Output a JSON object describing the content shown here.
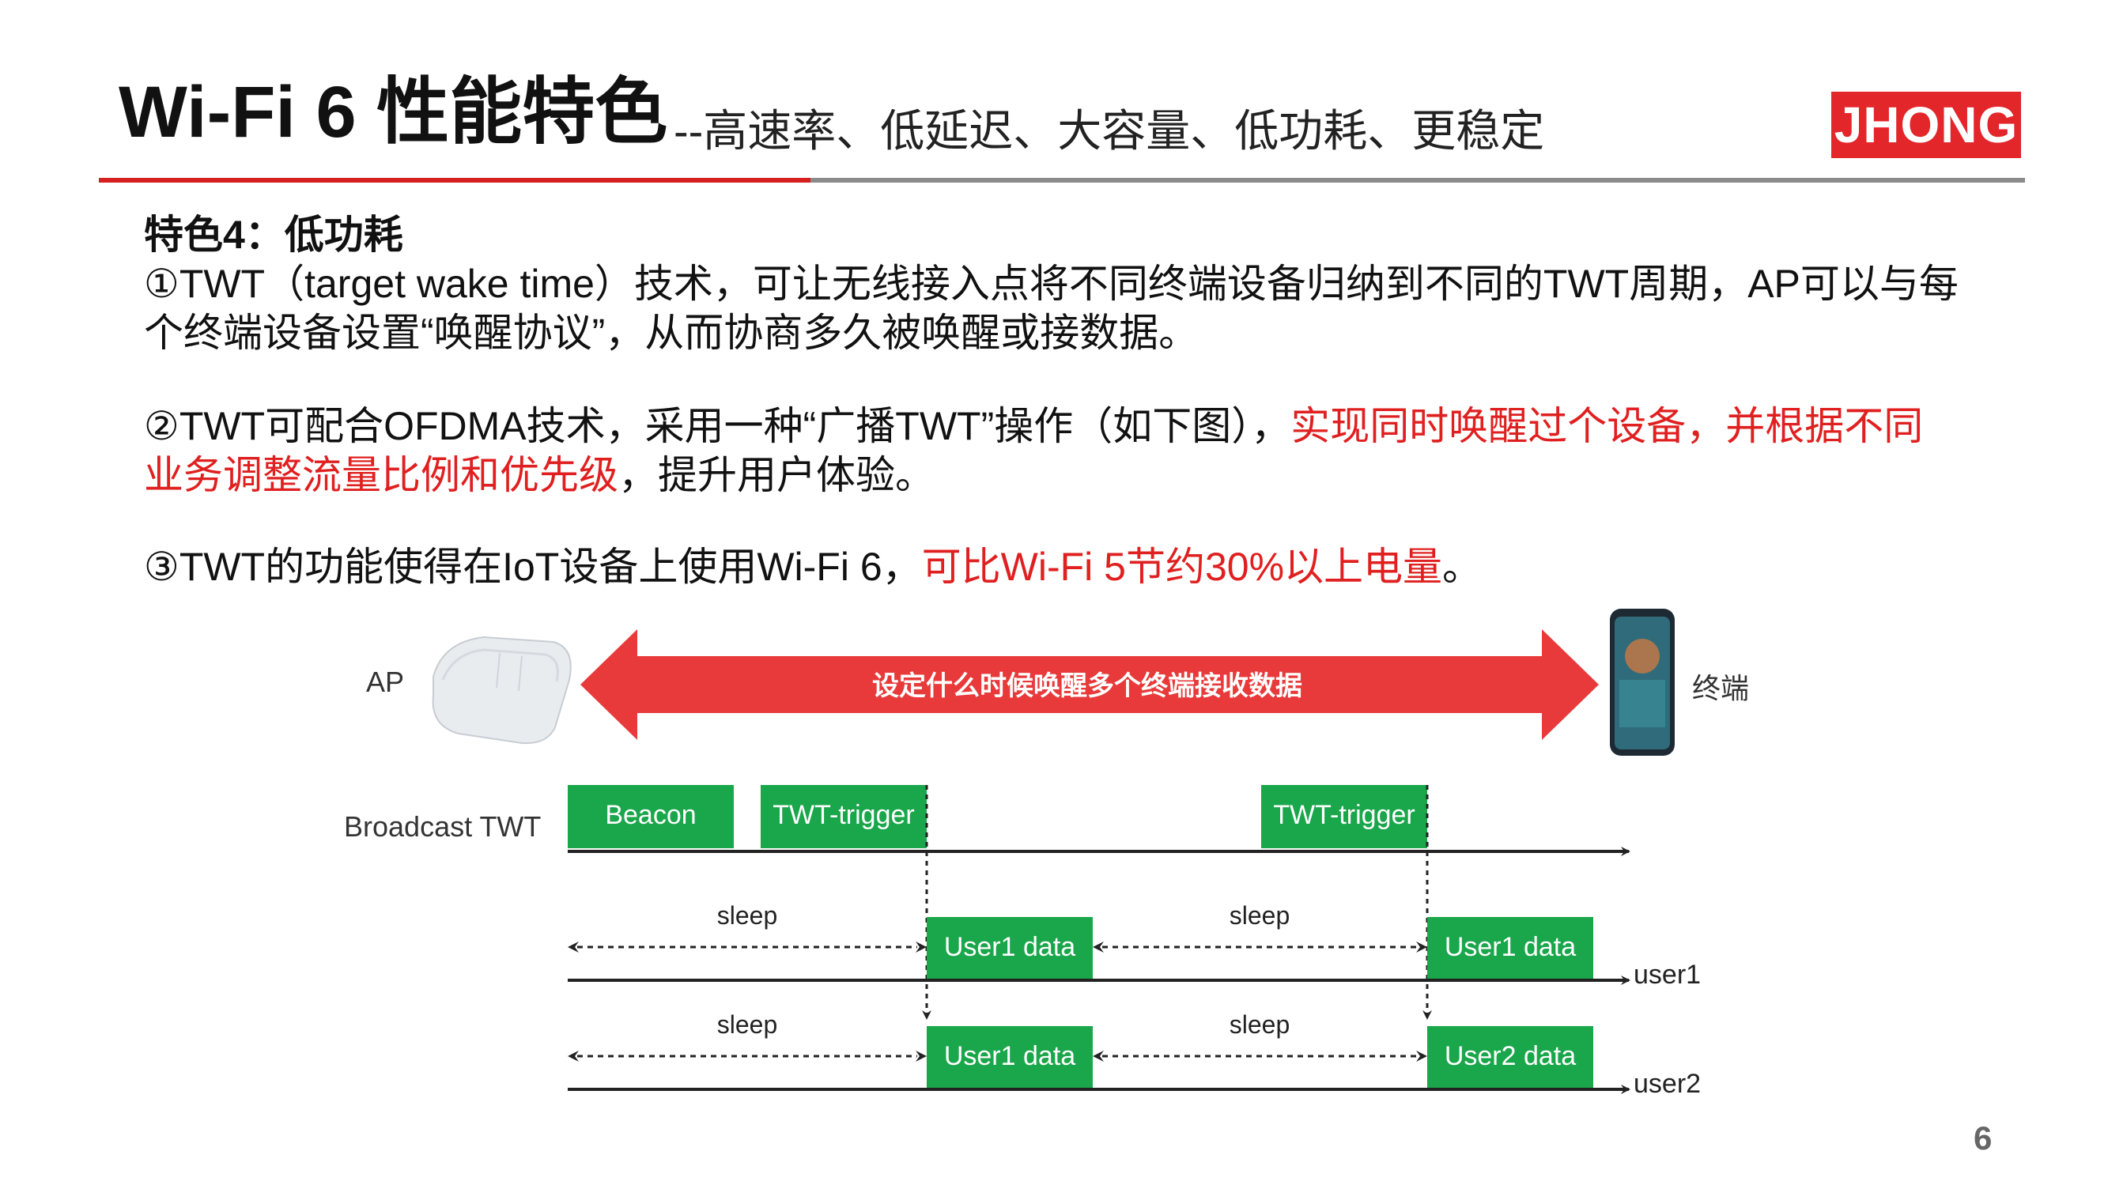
{
  "title": {
    "main": "Wi-Fi 6 性能特色",
    "sub": "--高速率、低延迟、大容量、低功耗、更稳定"
  },
  "logo": {
    "text": "JHONG"
  },
  "feature": {
    "heading": "特色4：低功耗",
    "p1": "①TWT（target wake time）技术，可让无线接入点将不同终端设备归纳到不同的TWT周期，AP可以与每个终端设备设置“唤醒协议”，从而协商多久被唤醒或接数据。",
    "p2_a": "②TWT可配合OFDMA技术，采用一种“广播TWT”操作（如下图），",
    "p2_red": "实现同时唤醒过个设备，并根据不同业务调整流量比例和优先级",
    "p2_b": "，提升用户体验。",
    "p3_a": "③TWT的功能使得在IoT设备上使用Wi-Fi 6，",
    "p3_red": "可比Wi-Fi 5节约30%以上电量",
    "p3_b": "。"
  },
  "diagram": {
    "ap_label": "AP",
    "terminal_label": "终端",
    "arrow_text": "设定什么时候唤醒多个终端接收数据",
    "broadcast_label": "Broadcast TWT",
    "beacon": "Beacon",
    "twt_trigger_1": "TWT-trigger",
    "twt_trigger_2": "TWT-trigger",
    "sleep_1": "sleep",
    "sleep_2": "sleep",
    "sleep_3": "sleep",
    "sleep_4": "sleep",
    "user1_data_1": "User1 data",
    "user1_data_2": "User1 data",
    "user2_row_data_1": "User1 data",
    "user2_row_data_2": "User2 data",
    "user1_label": "user1",
    "user2_label": "user2",
    "colors": {
      "green": "#1aa64a",
      "red_arrow": "#e83a3a"
    }
  },
  "page_number": "6"
}
